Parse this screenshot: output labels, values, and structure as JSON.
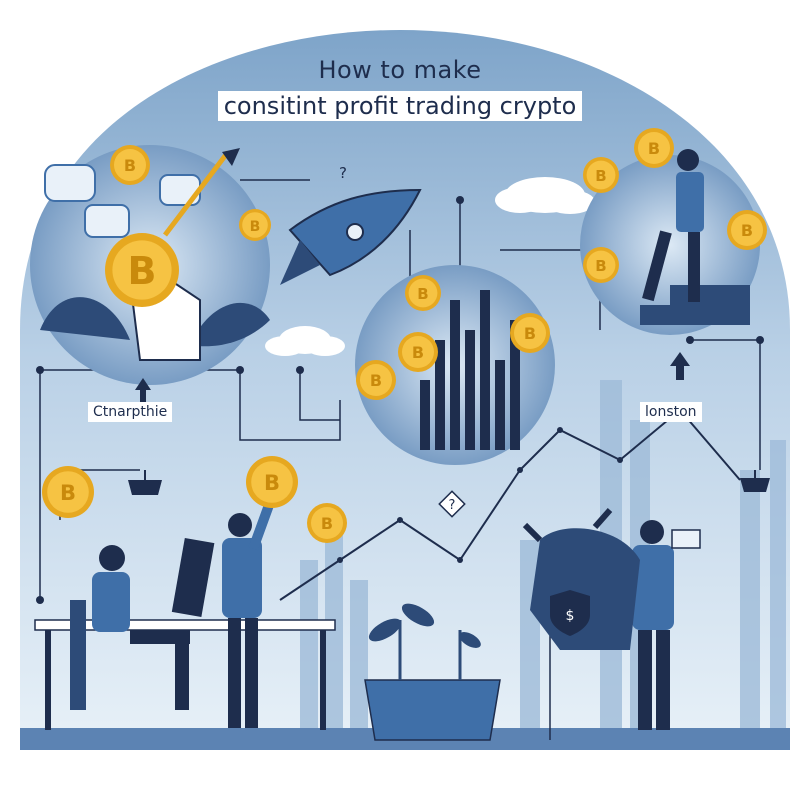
{
  "title": {
    "line1": "How to make",
    "line2": "consitint profit trading crypto"
  },
  "labels": {
    "left": "Ctnarpthie",
    "right": "lonston"
  },
  "coin": {
    "symbol": "B"
  },
  "markers": {
    "question": "?",
    "dollar": "$"
  },
  "colors": {
    "coin_gold": "#f6c343",
    "coin_rim": "#e6a820",
    "navy": "#1e2d4d",
    "blue": "#3f6fa8",
    "sky": "#c7dcee"
  }
}
